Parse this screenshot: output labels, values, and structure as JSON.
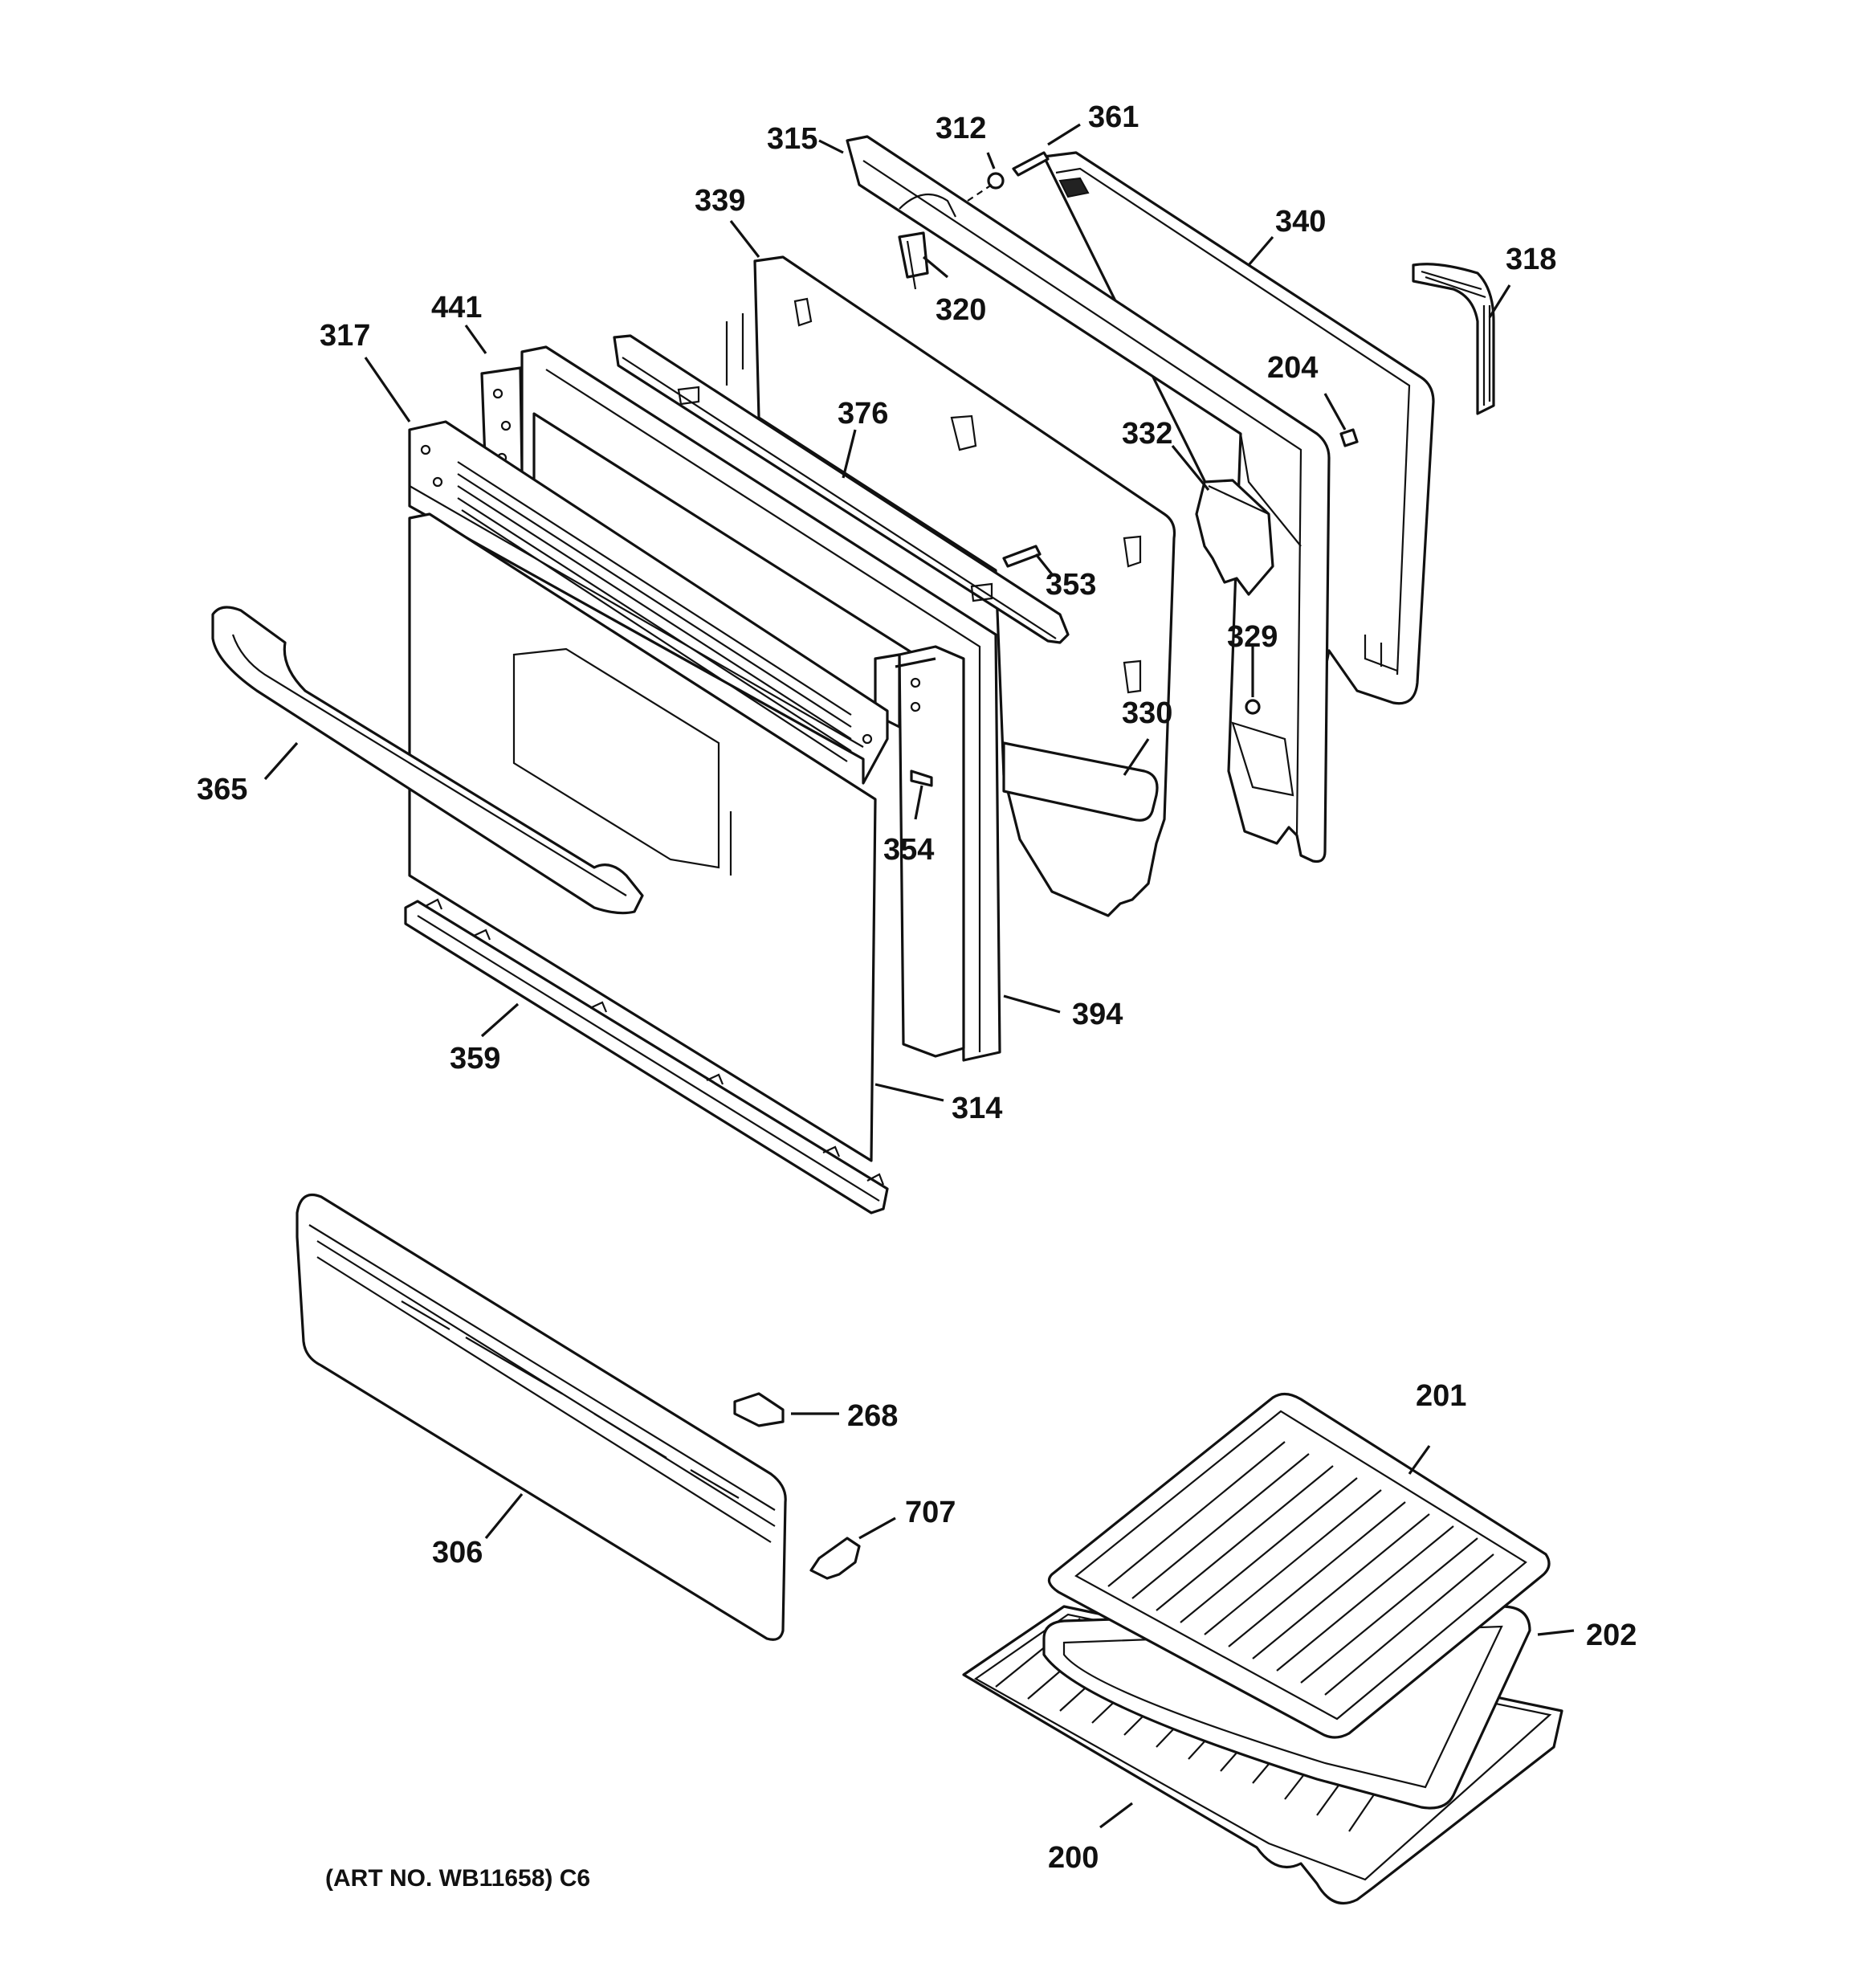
{
  "diagram": {
    "art_number": "(ART NO. WB11658) C6",
    "callouts": [
      "315",
      "312",
      "361",
      "339",
      "340",
      "318",
      "320",
      "441",
      "317",
      "204",
      "376",
      "332",
      "353",
      "329",
      "330",
      "365",
      "354",
      "394",
      "359",
      "314",
      "268",
      "201",
      "707",
      "306",
      "202",
      "200"
    ]
  }
}
